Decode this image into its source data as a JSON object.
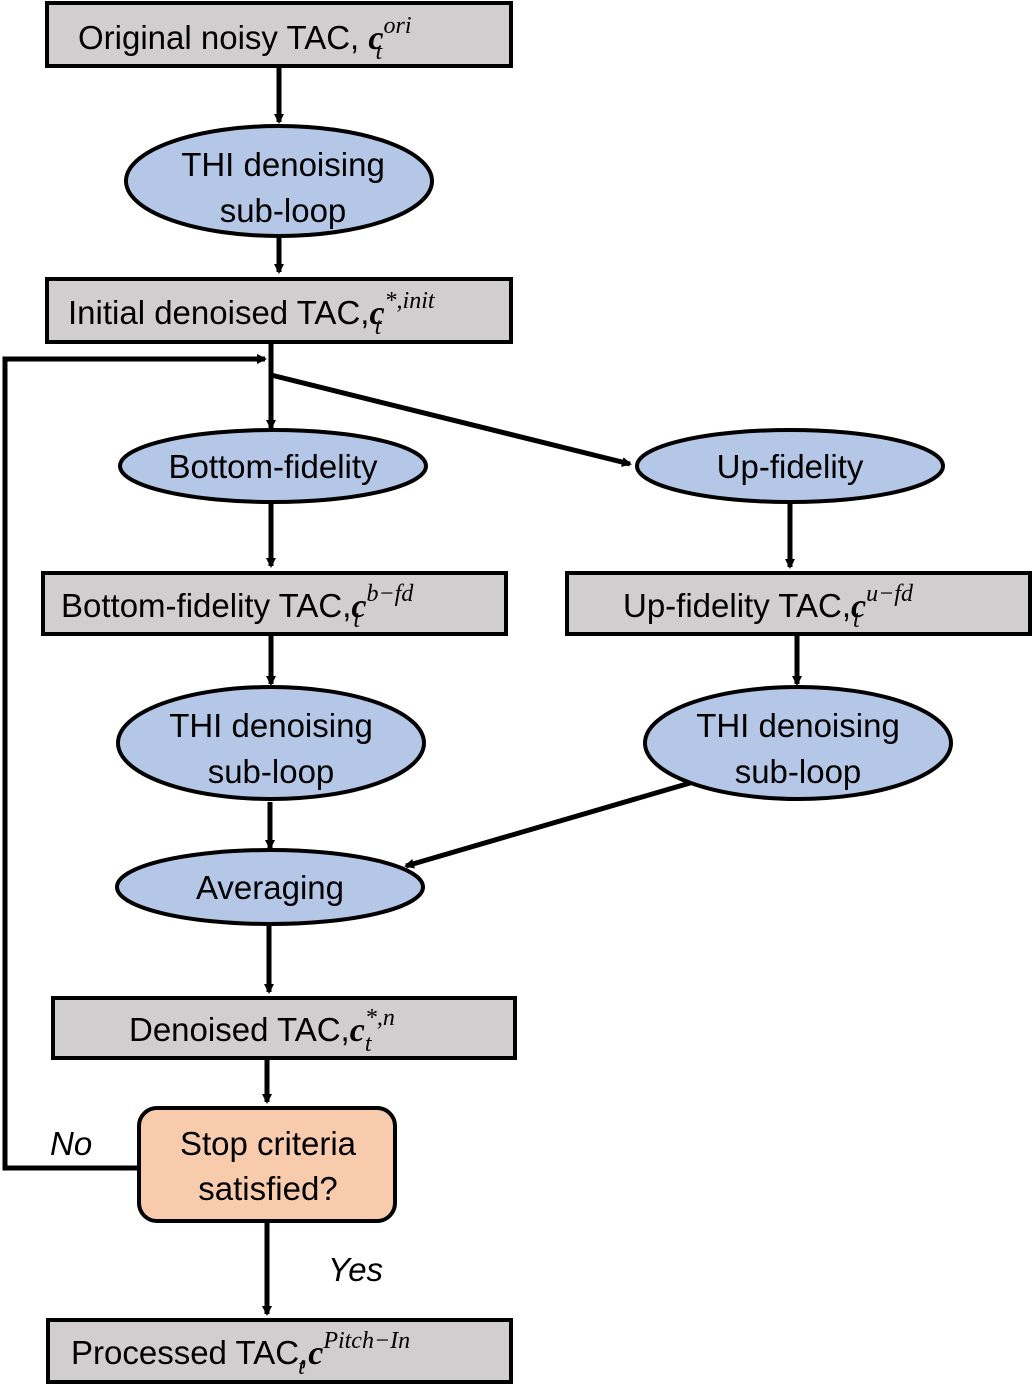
{
  "colors": {
    "process_fill": "#d0cece",
    "ellipse_fill": "#b4c7e7",
    "decision_fill": "#f8cbad",
    "stroke": "#000000"
  },
  "nodes": {
    "original": {
      "label": "Original noisy TAC, ",
      "sym": "c",
      "sub": "t",
      "sup": "ori"
    },
    "thi1": {
      "line1": "THI denoising",
      "line2": "sub-loop"
    },
    "initial": {
      "label": "Initial denoised TAC,",
      "sym": "c",
      "sub": "t",
      "sup": "*,init"
    },
    "bottom_fidelity": {
      "label": "Bottom-fidelity"
    },
    "up_fidelity": {
      "label": "Up-fidelity"
    },
    "bottom_tac": {
      "label": "Bottom-fidelity TAC,",
      "sym": "c",
      "sub": "t",
      "sup": "b−fd"
    },
    "up_tac": {
      "label": "Up-fidelity TAC,",
      "sym": "c",
      "sub": "t",
      "sup": "u−fd"
    },
    "thi2": {
      "line1": "THI denoising",
      "line2": "sub-loop"
    },
    "thi3": {
      "line1": "THI denoising",
      "line2": "sub-loop"
    },
    "averaging": {
      "label": "Averaging"
    },
    "denoised": {
      "label": "Denoised TAC,",
      "sym": "c",
      "sub": "t",
      "sup": "*,n"
    },
    "decision": {
      "line1": "Stop criteria",
      "line2": "satisfied?"
    },
    "processed": {
      "label": "Processed TAC,",
      "sym": "c",
      "sub": "t",
      "sup": "Pitch−In"
    }
  },
  "edge_labels": {
    "no": "No",
    "yes": "Yes"
  }
}
